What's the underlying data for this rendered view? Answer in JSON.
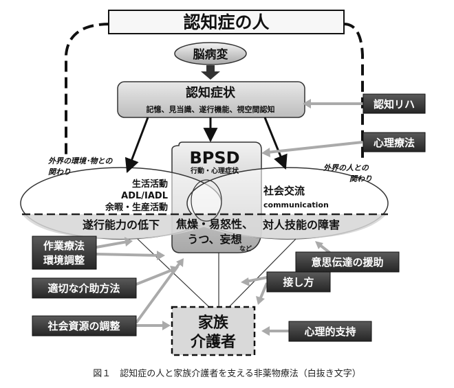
{
  "title": "認知症の人",
  "brain_disease": "脳病変",
  "cognitive": {
    "title": "認知症状",
    "subtitle": "記憶、見当識、遂行機能、視空間認知"
  },
  "bpsd": {
    "title": "BPSD",
    "subtitle": "行動・心理症状",
    "symptoms_line1": "焦燥・易怒性、",
    "symptoms_line2": "うつ、妄想",
    "etc": "など"
  },
  "left_oval": {
    "outer_label_line1": "外界の環境･物との",
    "outer_label_line2": "関わり",
    "activity_line1": "生活活動",
    "activity_line2": "ADL/IADL",
    "activity_line3": "余暇・生産活動",
    "decline": "遂行能力の低下"
  },
  "right_oval": {
    "outer_label_line1": "外界の人との",
    "outer_label_line2": "関わり",
    "social_line1": "社会交流",
    "social_line2": "communication",
    "disorder": "対人技能の障害"
  },
  "interventions": {
    "cognitive_rehab": "認知リハ",
    "psychotherapy": "心理療法",
    "ot_line1": "作業療法",
    "ot_line2": "環境調整",
    "care_method": "適切な介助方法",
    "social_resources": "社会資源の調整",
    "communication_support": "意思伝達の援助",
    "approach": "接し方",
    "psych_support": "心理的支持"
  },
  "family": {
    "line1": "家族",
    "line2": "介護者"
  },
  "caption": "図１　認知症の人と家族介護者を支える非薬物療法（白抜き文字）"
}
